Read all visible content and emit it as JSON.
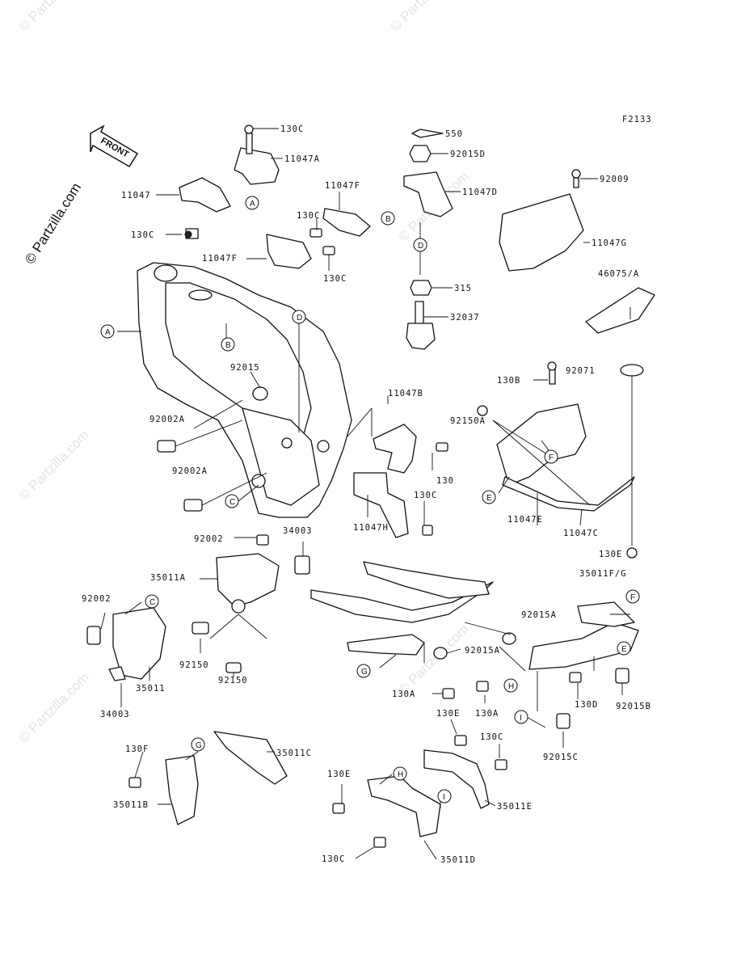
{
  "diagram_code": "F2133",
  "front_label": "FRONT",
  "brand_watermark": "© Partzilla.com",
  "watermark_text": "© Partzilla.com",
  "callouts": {
    "A": "A",
    "B": "B",
    "C": "C",
    "D": "D",
    "E": "E",
    "F": "F",
    "G": "G",
    "H": "H",
    "I": "I"
  },
  "parts": {
    "p130C_top": "130C",
    "p11047A": "11047A",
    "p11047": "11047",
    "p130C_left": "130C",
    "p11047F_top": "11047F",
    "p130C_mid": "130C",
    "p11047F_left": "11047F",
    "p130C_mid2": "130C",
    "p550": "550",
    "p92015D": "92015D",
    "p11047D": "11047D",
    "p315": "315",
    "p32037": "32037",
    "p92009": "92009",
    "p11047G": "11047G",
    "p46075A": "46075/A",
    "p92071": "92071",
    "p130B": "130B",
    "p92015": "92015",
    "p92002A_1": "92002A",
    "p92002A_2": "92002A",
    "p11047B": "11047B",
    "p92150A": "92150A",
    "p130": "130",
    "p130C_frame": "130C",
    "p11047H": "11047H",
    "p11047E": "11047E",
    "p11047C": "11047C",
    "p130E_right": "130E",
    "p92002": "92002",
    "p34003_top": "34003",
    "p35011A": "35011A",
    "p92002_left": "92002",
    "p92150_1": "92150",
    "p92150_2": "92150",
    "p35011": "35011",
    "p34003_bottom": "34003",
    "p35011FG": "35011F/G",
    "p92015A_1": "92015A",
    "p92015A_2": "92015A",
    "p130A_1": "130A",
    "p130A_2": "130A",
    "p130D": "130D",
    "p92015B": "92015B",
    "p92015C": "92015C",
    "p130E_mid": "130E",
    "p130C_bottom": "130C",
    "p130F": "130F",
    "p35011C": "35011C",
    "p35011B": "35011B",
    "p130E_bottom": "130E",
    "p35011E": "35011E",
    "p130C_last": "130C",
    "p35011D": "35011D"
  }
}
